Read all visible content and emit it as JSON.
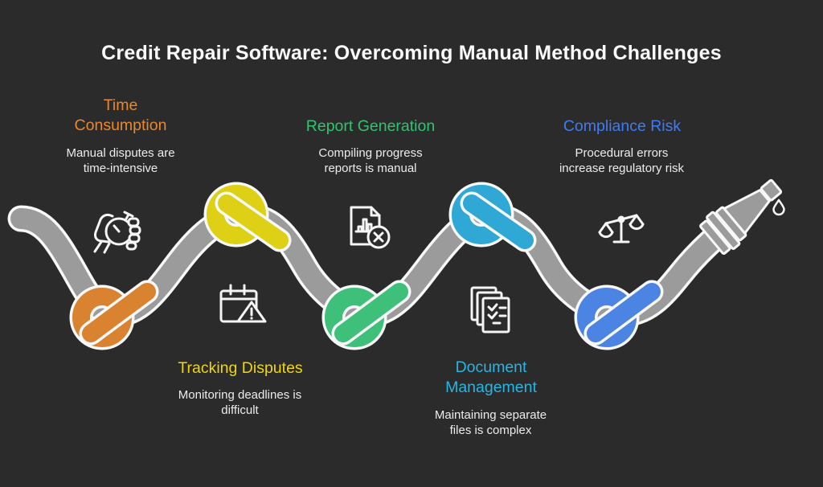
{
  "title": "Credit Repair Software: Overcoming Manual Method Challenges",
  "colors": {
    "bg": "#2b2b2b",
    "title": "#fafafa",
    "body": "#ececec",
    "rope": "#9b9b9b",
    "rope_outline": "#f8f8f8",
    "h_time": "#e8882f",
    "h_tracking": "#f0d60b",
    "h_report": "#2fc46f",
    "h_document": "#27b6e3",
    "h_compliance": "#3e7cf6",
    "k_time": "#d9822f",
    "k_tracking": "#ddd015",
    "k_report": "#3ec07a",
    "k_document": "#2fa8d5",
    "k_compliance": "#4c84e4"
  },
  "challenges": [
    {
      "id": "time-consumption",
      "label": "Time Consumption",
      "description": "Manual disputes are time-intensive",
      "icon": "hand-stopwatch-icon",
      "row": "top"
    },
    {
      "id": "tracking-disputes",
      "label": "Tracking Disputes",
      "description": "Monitoring deadlines is difficult",
      "icon": "calendar-warning-icon",
      "row": "bottom"
    },
    {
      "id": "report-generation",
      "label": "Report Generation",
      "description": "Compiling progress reports is manual",
      "icon": "report-error-icon",
      "row": "top"
    },
    {
      "id": "document-management",
      "label": "Document Management",
      "description": "Maintaining separate files is complex",
      "icon": "documents-checklist-icon",
      "row": "bottom"
    },
    {
      "id": "compliance-risk",
      "label": "Compliance Risk",
      "description": "Procedural errors increase regulatory risk",
      "icon": "balance-scale-icon",
      "row": "top"
    }
  ]
}
